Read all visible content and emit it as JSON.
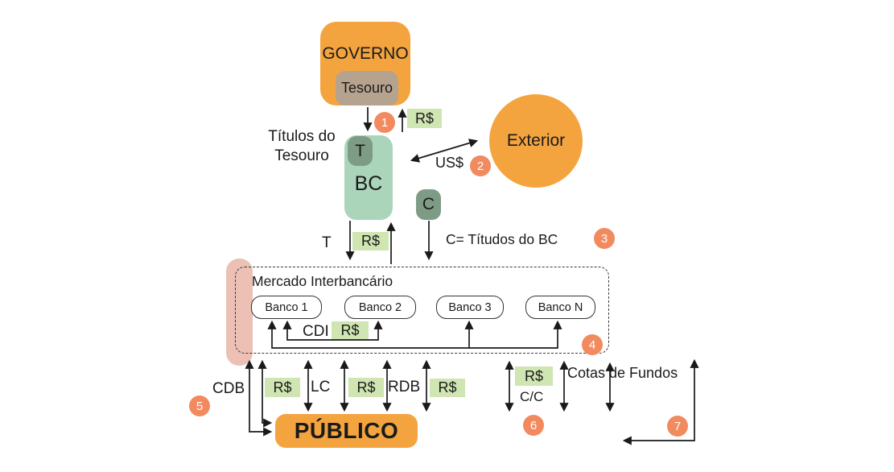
{
  "diagram": {
    "nodes": {
      "governo": "GOVERNO",
      "tesouro": "Tesouro",
      "bc": "BC",
      "t_title": "T",
      "c_title": "C",
      "exterior": "Exterior",
      "publico": "PÚBLICO",
      "interbank_title": "Mercado Interbancário"
    },
    "banks": [
      "Banco 1",
      "Banco 2",
      "Banco 3",
      "Banco N"
    ],
    "flow_labels": {
      "titulos_do": "Títulos do",
      "tesouro": "Tesouro",
      "rs": "R$",
      "usd": "US$",
      "t": "T",
      "c_definition": "C= Títudos do BC",
      "cdi": "CDI",
      "cdb": "CDB",
      "lc": "LC",
      "rdb": "RDB",
      "cc": "C/C",
      "cotas_de_fundos": "Cotas de Fundos"
    },
    "steps": [
      "1",
      "2",
      "3",
      "4",
      "5",
      "6",
      "7"
    ],
    "colors": {
      "orange": "#F4A43F",
      "tan": "#B5A38F",
      "light_green": "#ABD5BB",
      "dark_green": "#7E9C85",
      "label_green": "#CFE5B2",
      "pink": "#ECC0B4",
      "badge_orange": "#F28A60",
      "ink": "#1A1A1A"
    }
  }
}
